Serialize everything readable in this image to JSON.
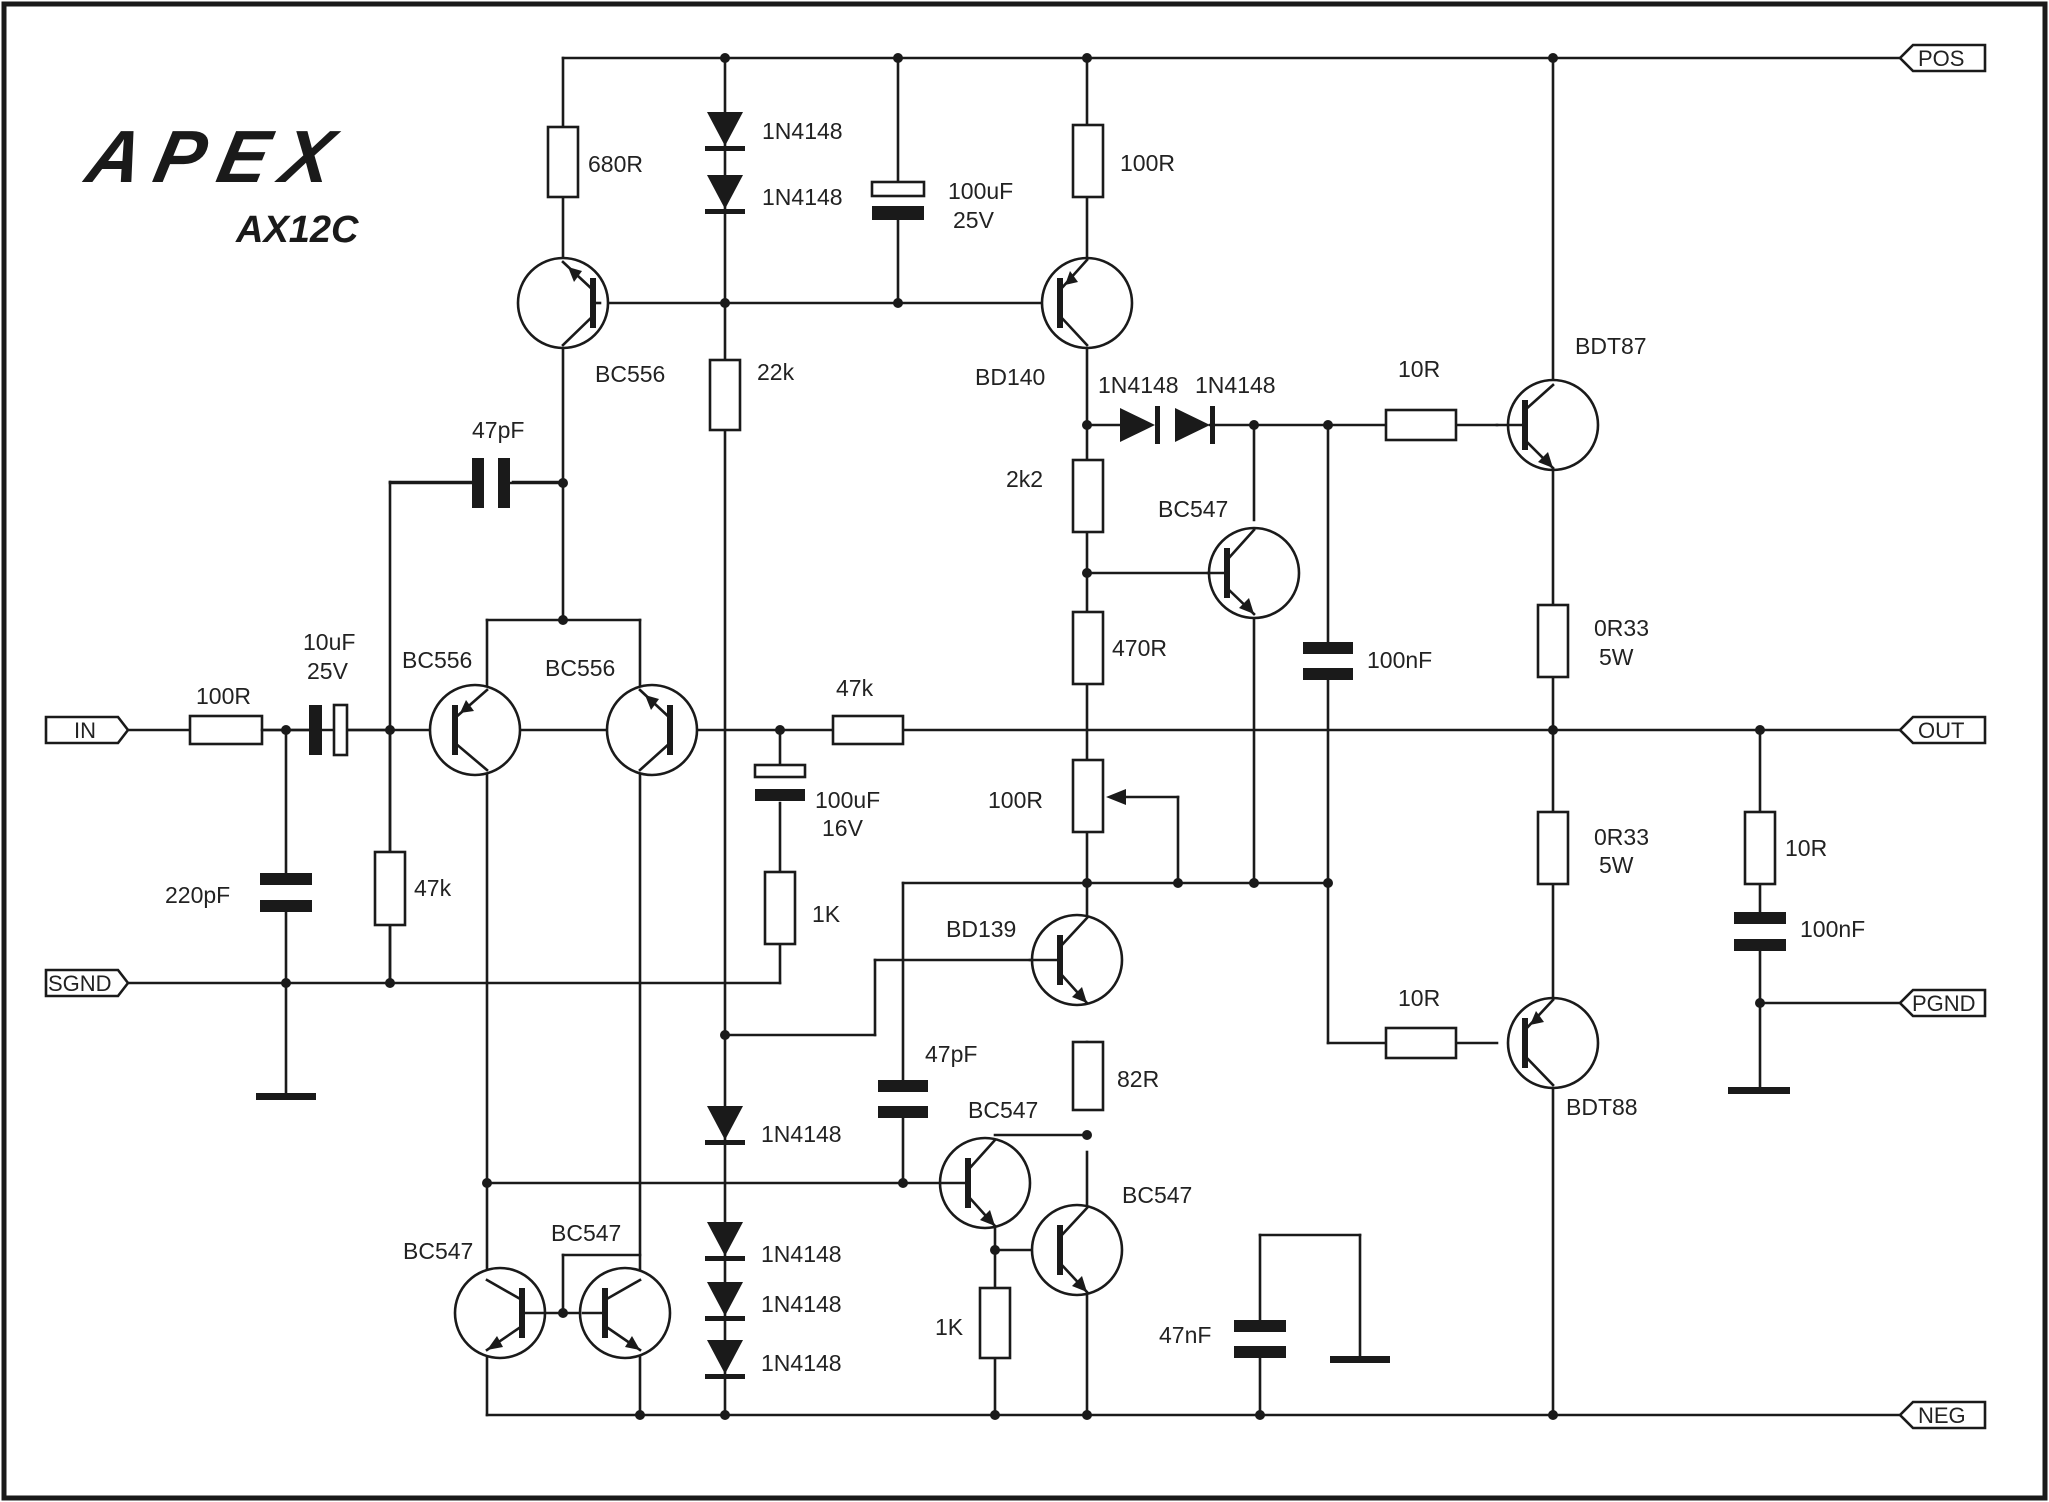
{
  "brand": {
    "logo": "APEX",
    "model": "AX12C"
  },
  "ports": {
    "pos": "POS",
    "out": "OUT",
    "neg": "NEG",
    "in": "IN",
    "sgnd": "SGND",
    "pgnd": "PGND"
  },
  "components": {
    "r680": "680R",
    "d_top1": "1N4148",
    "d_top2": "1N4148",
    "c_top_val": "100uF",
    "c_top_volt": "25V",
    "r_top_right": "100R",
    "q_bc556_top": "BC556",
    "r22k": "22k",
    "q_bd140": "BD140",
    "d_bias1": "1N4148",
    "d_bias2": "1N4148",
    "r10_top": "10R",
    "q_bdt87": "BDT87",
    "c47p_top": "47pF",
    "r2k2": "2k2",
    "q_bc547_vbe": "BC547",
    "r470": "470R",
    "c100n_mid": "100nF",
    "r0r33_top_val": "0R33",
    "r0r33_top_watt": "5W",
    "c10u_val": "10uF",
    "c10u_volt": "25V",
    "q_bc556_left": "BC556",
    "q_bc556_right": "BC556",
    "r100_in": "100R",
    "r47k_fb": "47k",
    "c100u_val": "100uF",
    "c100u_volt": "16V",
    "pot100": "100R",
    "r0r33_bot_val": "0R33",
    "r0r33_bot_watt": "5W",
    "r10_zobel": "10R",
    "c220p": "220pF",
    "r47k_in": "47k",
    "r1k_fb": "1K",
    "q_bd139": "BD139",
    "c100n_zobel": "100nF",
    "r10_bot": "10R",
    "q_bdt88": "BDT88",
    "c47p_bot": "47pF",
    "r82": "82R",
    "d_low1": "1N4148",
    "q_bc547_mid": "BC547",
    "q_bc547_right": "BC547",
    "q_bc547_mirror_left": "BC547",
    "q_bc547_mirror_right": "BC547",
    "d_low2": "1N4148",
    "d_low3": "1N4148",
    "d_low4": "1N4148",
    "r1k_low": "1K",
    "c47n": "47nF"
  }
}
